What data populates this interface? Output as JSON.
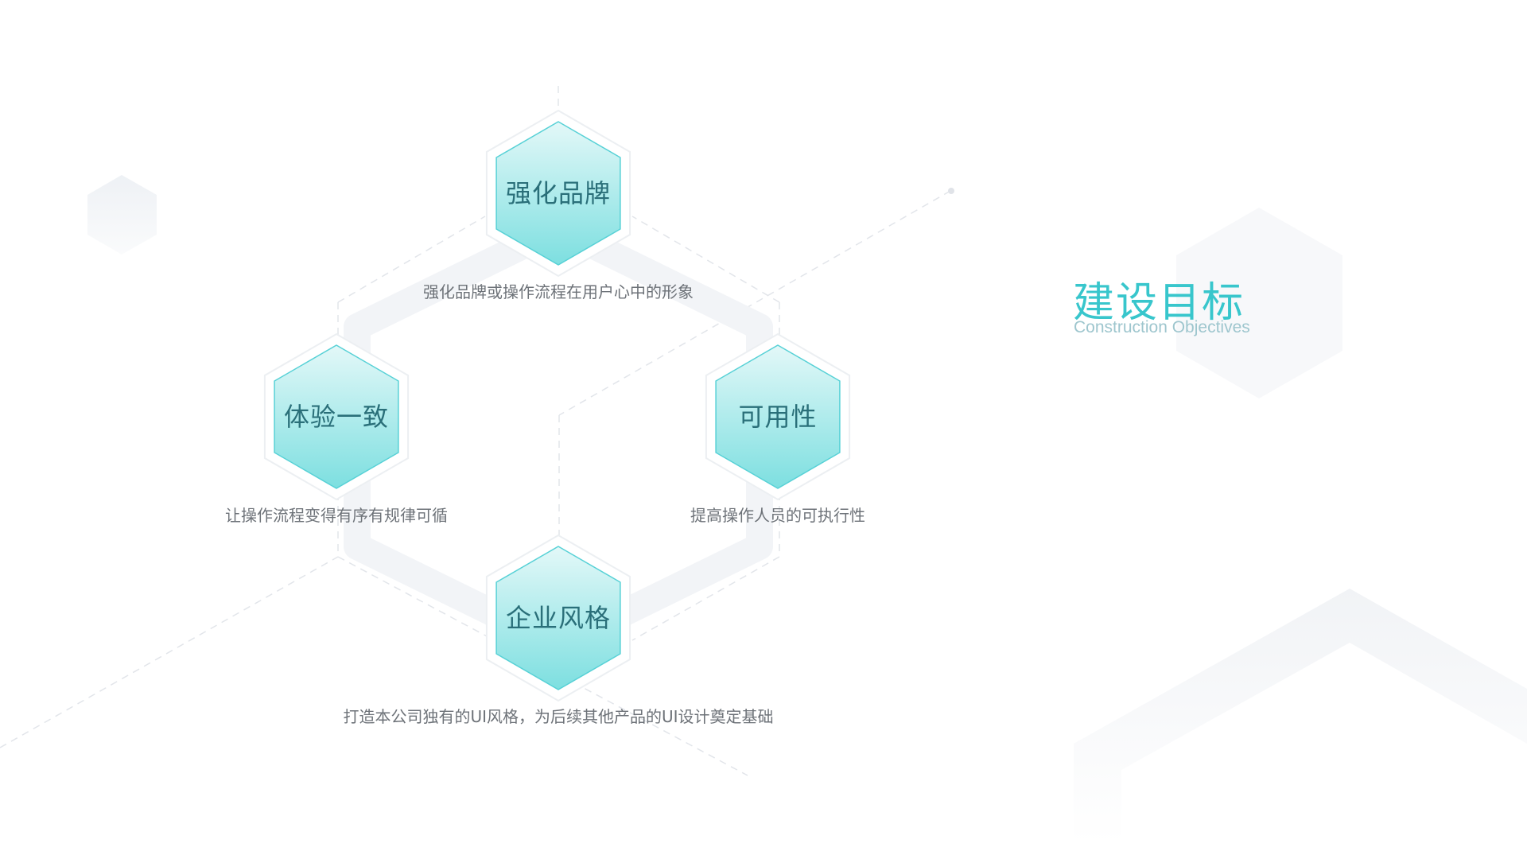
{
  "goals": [
    {
      "title": "强化品牌",
      "description": "强化品牌或操作流程在用户心中的形象"
    },
    {
      "title": "体验一致",
      "description": "让操作流程变得有序有规律可循"
    },
    {
      "title": "可用性",
      "description": "提高操作人员的可执行性"
    },
    {
      "title": "企业风格",
      "description": "打造本公司独有的UI风格，为后续其他产品的UI设计奠定基础"
    }
  ],
  "heading": {
    "title": "建设目标",
    "subtitle": "Construction Objectives"
  },
  "colors": {
    "accent": "#38c6cc",
    "hex_fill_top": "#dff7f7",
    "hex_fill_bottom": "#7fdfe0",
    "hex_text": "#2a6f79",
    "description_text": "#6d7278",
    "ring": "#f2f4f7"
  }
}
